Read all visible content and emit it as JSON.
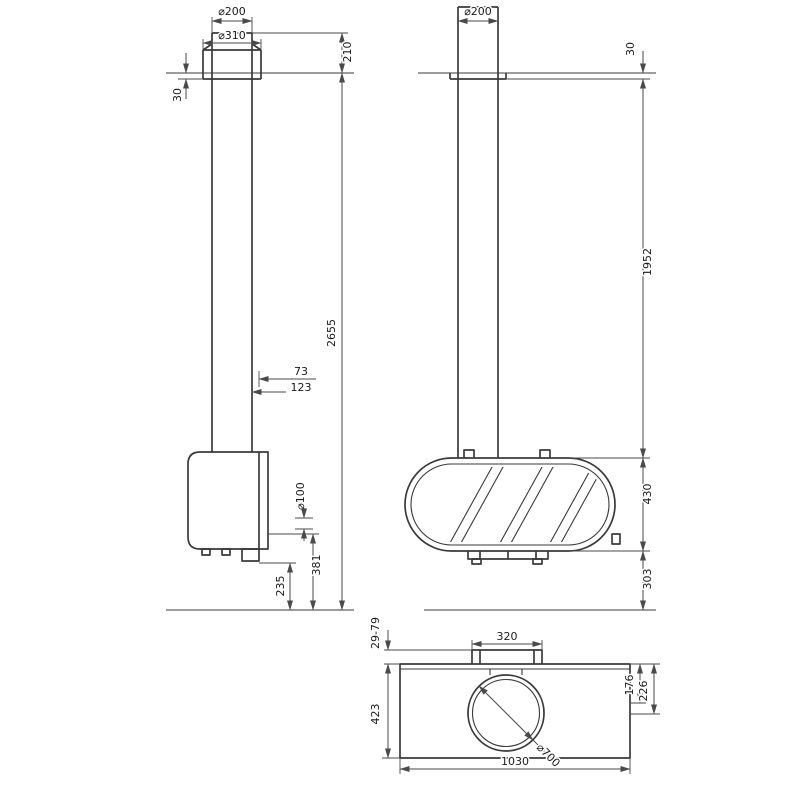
{
  "appearance": {
    "line_color": "#3a3a3a",
    "dim_color": "#4a4a4a",
    "background": "#ffffff"
  },
  "drawing": {
    "side_view": {
      "flue_diameter": "⌀200",
      "collar_diameter": "⌀310",
      "pipe_top_to_ceiling": "210",
      "ceiling_trim_height": "30",
      "overall_height": "2655",
      "offset_small": "73",
      "offset_large": "123",
      "rear_outlet_diameter": "⌀100",
      "floor_to_handle": "381",
      "floor_to_body_bottom": "235"
    },
    "front_view": {
      "flue_diameter": "⌀200",
      "ceiling_trim_height": "30",
      "ceiling_to_body_top": "1952",
      "body_height": "430",
      "floor_clearance": "303"
    },
    "plan_view": {
      "wall_bracket_width": "320",
      "wall_clearance_range": "29-79",
      "overall_depth": "423",
      "flue_center_min": "176",
      "flue_center_max": "226",
      "base_diameter": "⌀700",
      "overall_width": "1030"
    }
  }
}
